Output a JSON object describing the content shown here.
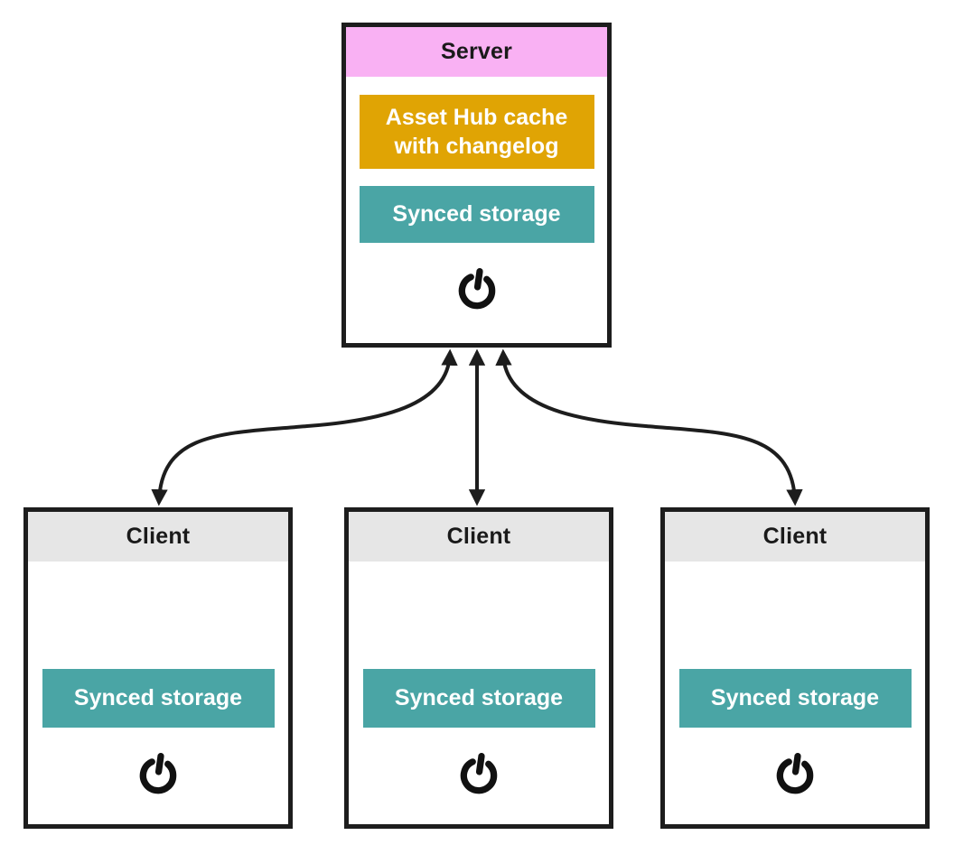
{
  "colors": {
    "canvas_bg": "#ffffff",
    "box_border": "#1d1d1d",
    "server_header_bg": "#f9b1f3",
    "client_header_bg": "#e6e6e6",
    "asset_hub_bg": "#e0a404",
    "synced_storage_bg": "#4aa5a5",
    "arrow_color": "#1d1d1d",
    "header_text": "#1a1a1a",
    "node_text": "#ffffff",
    "icon_color": "#111111"
  },
  "server": {
    "title": "Server",
    "nodes": {
      "asset_hub": "Asset Hub cache with changelog",
      "synced_storage": "Synced storage"
    },
    "power_icon": "power-icon"
  },
  "clients": [
    {
      "title": "Client",
      "nodes": {
        "synced_storage": "Synced storage"
      },
      "power_icon": "power-icon"
    },
    {
      "title": "Client",
      "nodes": {
        "synced_storage": "Synced storage"
      },
      "power_icon": "power-icon"
    },
    {
      "title": "Client",
      "nodes": {
        "synced_storage": "Synced storage"
      },
      "power_icon": "power-icon"
    }
  ],
  "arrows": [
    {
      "name": "server-client-left",
      "bidirectional": true
    },
    {
      "name": "server-client-middle",
      "bidirectional": true
    },
    {
      "name": "server-client-right",
      "bidirectional": true
    }
  ]
}
